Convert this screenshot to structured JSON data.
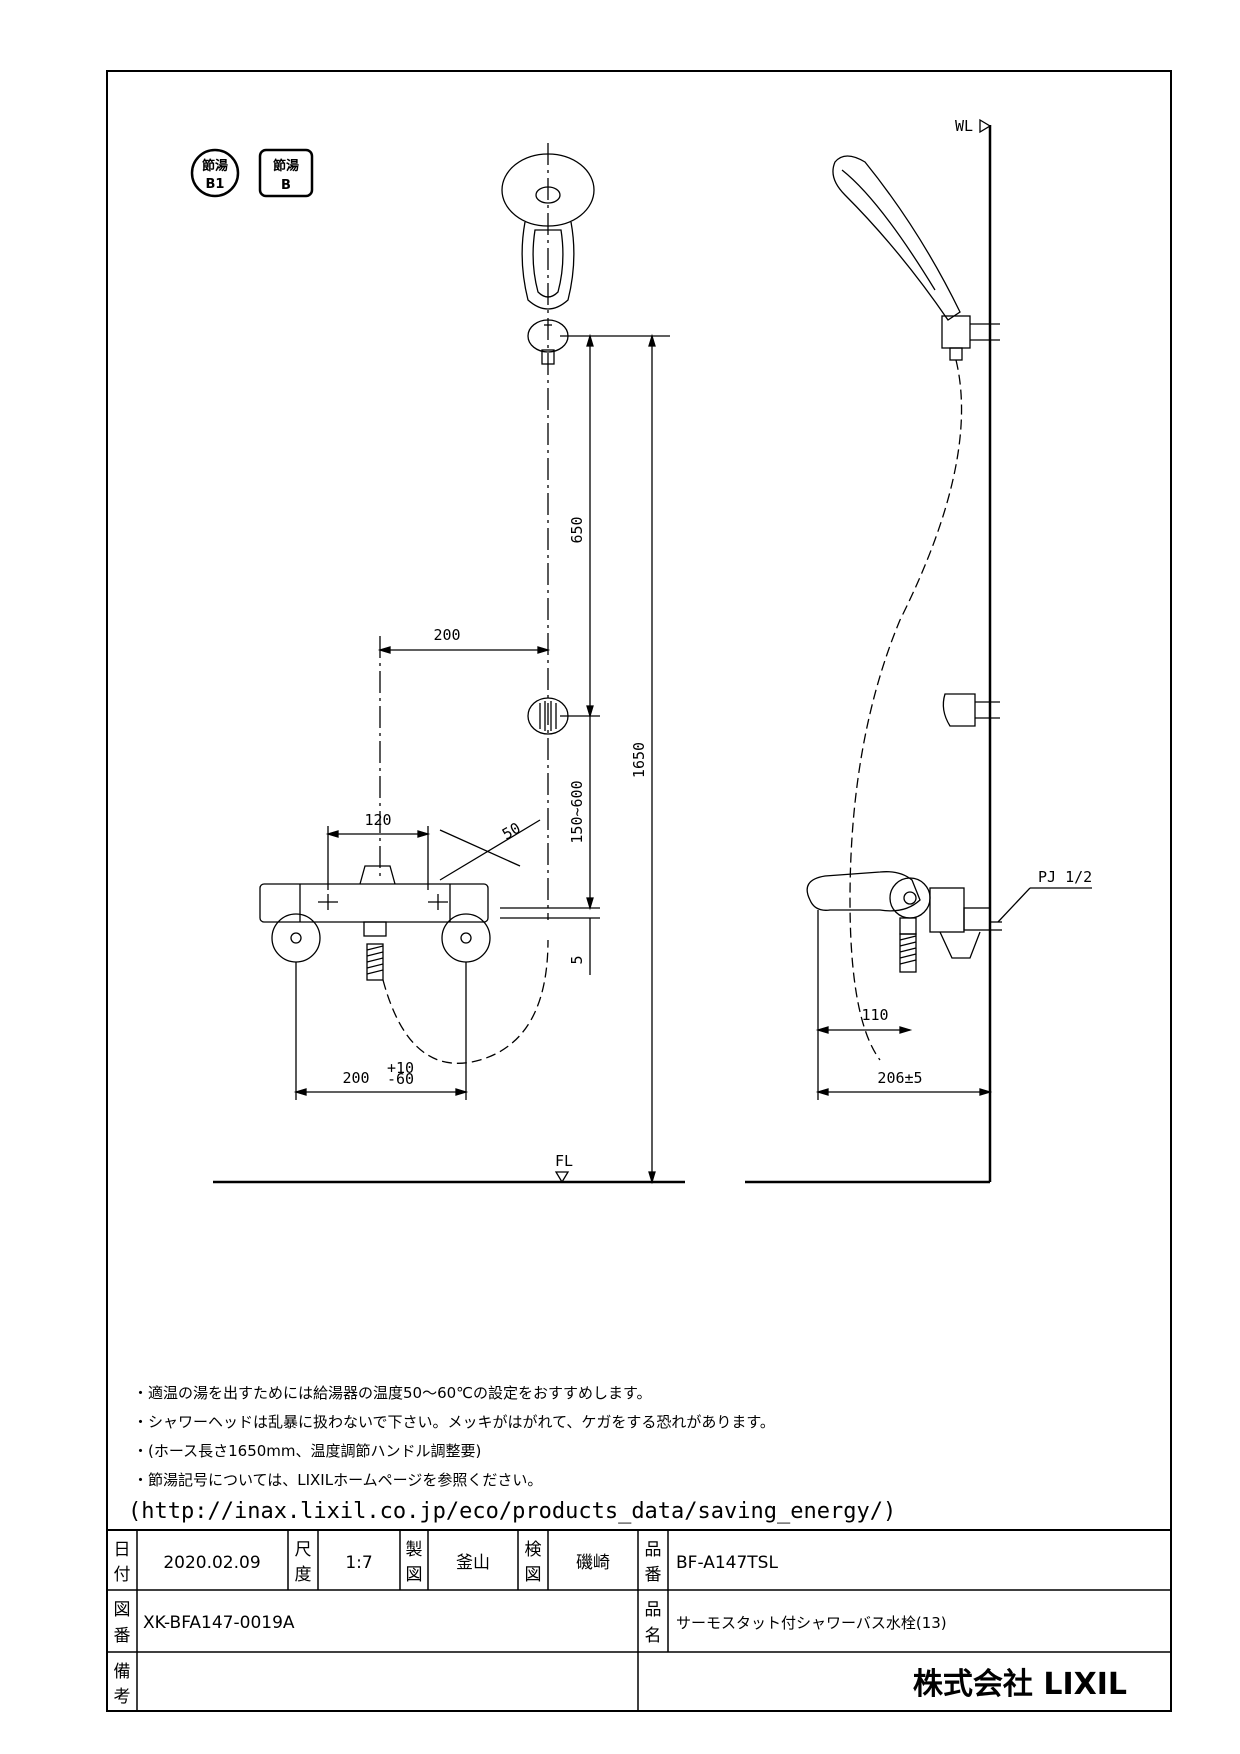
{
  "badges": {
    "setsuyu_b1": {
      "top": "節湯",
      "bottom": "B1"
    },
    "setsuyu_b": {
      "top": "節湯",
      "bottom": "B"
    }
  },
  "dimensions": {
    "d650": "650",
    "d1650": "1650",
    "d200": "200",
    "d150_600": "150~600",
    "d120": "120",
    "d50": "50",
    "d5": "5",
    "d200tol": "200",
    "tol_plus": "+10",
    "tol_minus": "-60",
    "d110": "110",
    "d206": "206±5",
    "pj": "PJ 1/2",
    "wl": "WL",
    "fl": "FL"
  },
  "notes": [
    "・適温の湯を出すためには給湯器の温度50～60℃の設定をおすすめします。",
    "・シャワーヘッドは乱暴に扱わないで下さい。メッキがはがれて、ケガをする恐れがあります。",
    "・(ホース長さ1650mm、温度調節ハンドル調整要)",
    "・節湯記号については、LIXILホームページを参照ください。"
  ],
  "url": "(http://inax.lixil.co.jp/eco/products_data/saving_energy/)",
  "title_block": {
    "date_label_1": "日",
    "date_label_2": "付",
    "date": "2020.02.09",
    "scale_label_1": "尺",
    "scale_label_2": "度",
    "scale": "1:7",
    "drafter_label_1": "製",
    "drafter_label_2": "図",
    "drafter": "釜山",
    "checker_label_1": "検",
    "checker_label_2": "図",
    "checker": "磯崎",
    "part_no_label_1": "品",
    "part_no_label_2": "番",
    "part_no": "BF-A147TSL",
    "drawing_no_label_1": "図",
    "drawing_no_label_2": "番",
    "drawing_no": "XK-BFA147-0019A",
    "product_name_label_1": "品",
    "product_name_label_2": "名",
    "product_name": "サーモスタット付シャワーバス水栓(13)",
    "remarks_label_1": "備",
    "remarks_label_2": "考",
    "company": "株式会社 LIXIL"
  }
}
